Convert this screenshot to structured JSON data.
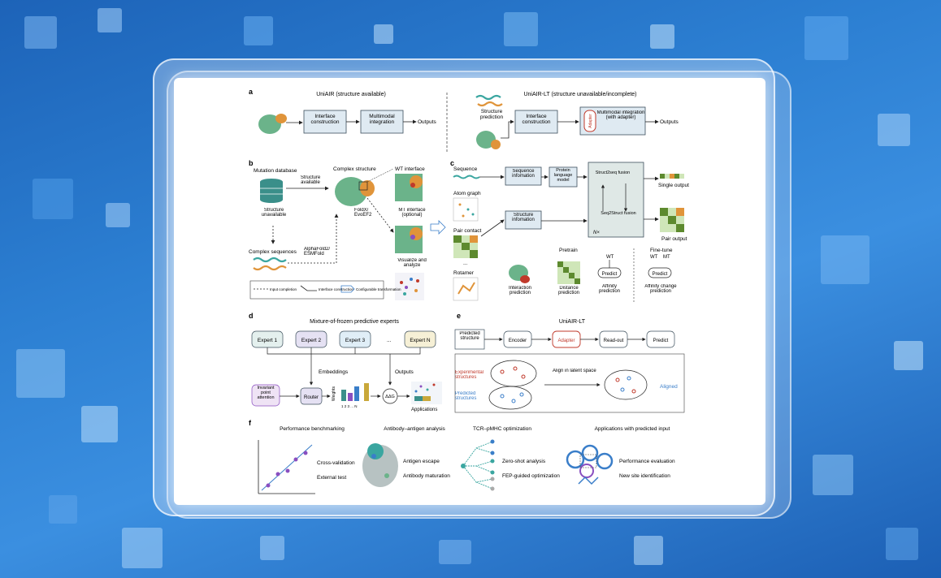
{
  "panel_a": {
    "letter": "a",
    "left_title": "UniAIR (structure available)",
    "right_title": "UniAIR-LT (structure unavailable/incomplete)",
    "interface_construction": "Interface construction",
    "multimodal_integration": "Multimodal integration",
    "outputs": "Outputs",
    "structure_prediction": "Structure prediction",
    "adapter": "Adapter",
    "multimodal_with_adapter": "Multimodal integration (with adapter)"
  },
  "panel_b": {
    "letter": "b",
    "mutation_database": "Mutation database",
    "complex_structure": "Complex structure",
    "wt_interface": "WT interface",
    "structure_available": "Structure available",
    "structure_unavailable": "Structure unavailable",
    "mt_interface": "MT interface (optional)",
    "foldx": "FoldX/ EvoEF2",
    "complex_sequences": "Complex sequences",
    "alphafold": "AlphaFold2/ ESMFold",
    "visualize": "Visualize and analyze",
    "legend_input": "Input completion",
    "legend_interface": "Interface construction",
    "legend_transform": "Configurable transformation"
  },
  "panel_c": {
    "letter": "c",
    "sequence": "Sequence",
    "sequence_information": "Sequence infomation",
    "protein_language_model": "Protein language model",
    "atom_graph": "Atom graph",
    "pair_contact": "Pair contact",
    "rotamer": "Rotamer",
    "ellipsis": "...",
    "structure_information": "Structure infomation",
    "struct2seq": "Struct2seq fusion",
    "seq2struct": "Seq2Struct fusion",
    "nx": "N×",
    "single_output": "Single output",
    "pair_output": "Pair output",
    "pretrain": "Pretrain",
    "finetune": "Fine-tune",
    "wt": "WT",
    "mt": "MT",
    "predict": "Predict",
    "interaction_prediction": "Interaction prediction",
    "distance_prediction": "Distance prediction",
    "affinity_prediction": "Affinity prediction",
    "affinity_change_prediction": "Affinity change prediction"
  },
  "panel_d": {
    "letter": "d",
    "title": "Mixture-of-frozen predictive experts",
    "expert1": "Expert 1",
    "expert2": "Expert 2",
    "expert3": "Expert 3",
    "expertn": "Expert N",
    "dots": "...",
    "embeddings": "Embeddings",
    "outputs": "Outputs",
    "ipa": "Invariant point attention",
    "router": "Router",
    "weights": "Weights",
    "weights_axis": "1 2 3 ... N",
    "ddg": "ΔΔG",
    "applications": "Applications"
  },
  "panel_e": {
    "letter": "e",
    "title": "UniAIR-LT",
    "predicted_structure": "Predicted structure",
    "encoder": "Encoder",
    "adapter": "Adapter",
    "readout": "Read-out",
    "predict": "Predict",
    "experimental": "Experimental structures",
    "predicted": "Predicted structures",
    "align": "Align in latent space",
    "aligned": "Aligned"
  },
  "panel_f": {
    "letter": "f",
    "t1": "Performance benchmarking",
    "t2": "Antibody–antigen analysis",
    "t3": "TCR–pMHC optimization",
    "t4": "Applications with predicted input",
    "cv": "Cross-validation",
    "ext": "External test",
    "escape": "Antigen escape",
    "maturation": "Antibody maturation",
    "zeroshot": "Zero-shot analysis",
    "fep": "FEP-guided optimization",
    "perf": "Performance evaluation",
    "newsite": "New site identification"
  },
  "colors": {
    "box_fill": "#dfeaf2",
    "box_stroke": "#3d4f5c",
    "protein_green": "#6bb38a",
    "protein_orange": "#e0943a",
    "accent_red": "#c0392b",
    "accent_blue": "#3a7ec9",
    "purple": "#8a4fc0"
  }
}
